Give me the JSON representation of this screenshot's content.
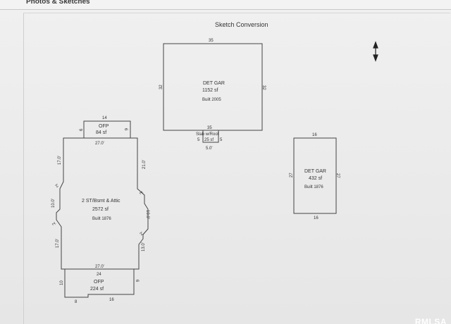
{
  "header": {
    "title": "Photos & Sketches"
  },
  "sketch": {
    "title": "Sketch Conversion",
    "det_gar_1": {
      "name": "DET GAR",
      "area": "1152 sf",
      "built": "Built 2005",
      "top": "35",
      "left": "32",
      "right": "32",
      "bottom": "35"
    },
    "slab": {
      "name": "Slab w/Roof",
      "area": "25 sf",
      "left": "5",
      "right": "5",
      "bottom": "5.0'"
    },
    "det_gar_2": {
      "name": "DET GAR",
      "area": "432 sf",
      "built": "Built 1876",
      "top": "16",
      "left": "27",
      "right": "27",
      "bottom": "16"
    },
    "ofp_top": {
      "name": "OFP",
      "area": "84 sf",
      "top": "14",
      "left": "6",
      "right": "6"
    },
    "house": {
      "name": "2 ST/Bsmt & Attic",
      "area": "2572 sf",
      "built": "Built 1876",
      "top": "27.0'",
      "left_top": "17.0'",
      "left_jog_1": "2'",
      "left_mid": "10.0'",
      "left_jog_2": "2'",
      "left_bottom": "17.0'",
      "right_top": "21.0'",
      "right_jog_1": "2'",
      "right_mid": "10.0'",
      "right_jog_2": "2'",
      "right_bottom": "13.0'",
      "bottom": "27.0'"
    },
    "ofp_bottom": {
      "name": "OFP",
      "area": "224 sf",
      "top": "24",
      "left": "10",
      "right": "6",
      "bottom_left": "8",
      "bottom_right": "16"
    },
    "north_icon": "north-arrow-icon"
  },
  "watermark": "RMLSA"
}
